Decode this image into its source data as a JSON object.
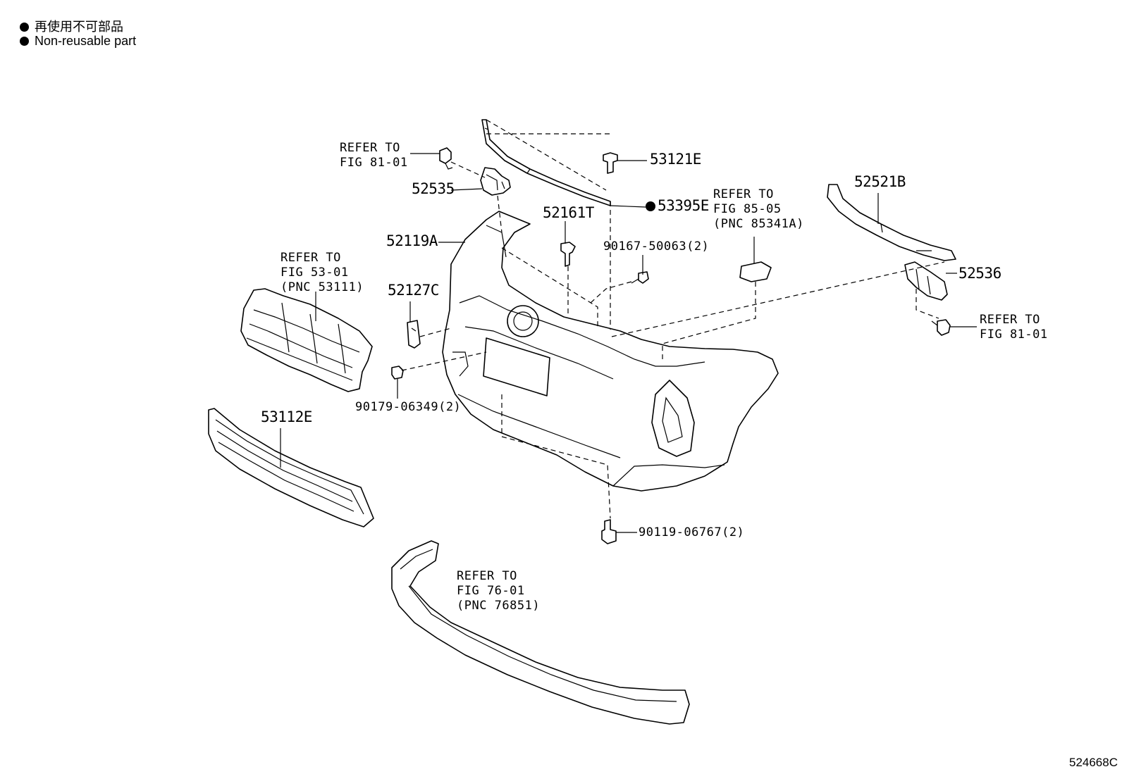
{
  "legend": {
    "jp": "再使用不可部品",
    "en": "Non-reusable part"
  },
  "labels": {
    "refer_8101_left": "REFER TO\nFIG 81-01",
    "p52535": "52535",
    "p53121E": "53121E",
    "p53395E": "53395E",
    "refer_8505": "REFER TO\nFIG 85-05\n(PNC 85341A)",
    "p52521B": "52521B",
    "p52161T": "52161T",
    "p52119A": "52119A",
    "refer_5301": "REFER TO\nFIG 53-01\n(PNC 53111)",
    "p90167": "90167-50063(2)",
    "p52127C": "52127C",
    "p52536": "52536",
    "refer_8101_right": "REFER TO\nFIG 81-01",
    "p90179": "90179-06349(2)",
    "p53112E": "53112E",
    "p90119": "90119-06767(2)",
    "refer_7601": "REFER TO\nFIG 76-01\n(PNC 76851)"
  },
  "illustration_code": "524668C",
  "non_reusable_parts": [
    "53395E"
  ]
}
